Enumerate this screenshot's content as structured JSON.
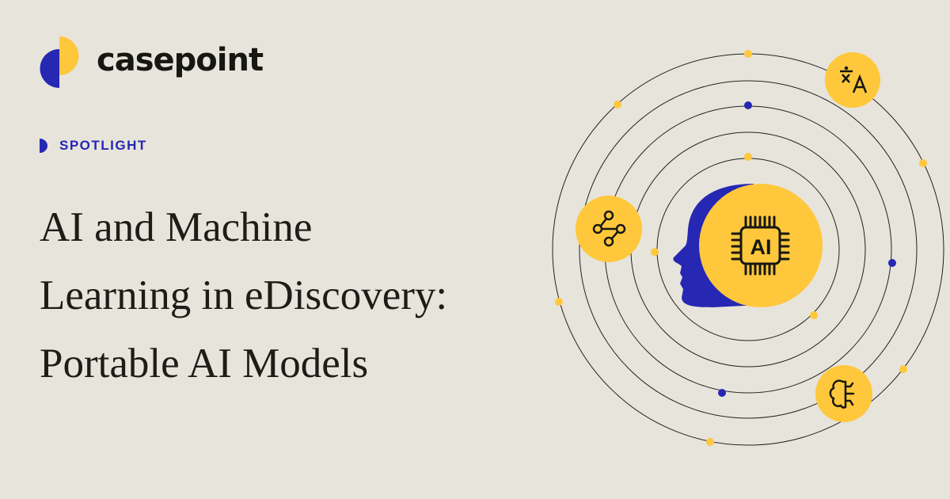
{
  "brand": {
    "name": "casepoint"
  },
  "tag": {
    "label": "SPOTLIGHT"
  },
  "title": {
    "lines": [
      "AI and Machine",
      "Learning in eDiscovery:",
      "Portable AI Models"
    ]
  },
  "illustration": {
    "center_label": "AI",
    "icons": [
      "translate-icon",
      "network-icon",
      "brain-icon",
      "ai-chip-icon",
      "head-silhouette"
    ]
  },
  "colors": {
    "background": "#e7e4dc",
    "yellow": "#ffc83c",
    "blue": "#2627b3",
    "text": "#1d1d18"
  }
}
